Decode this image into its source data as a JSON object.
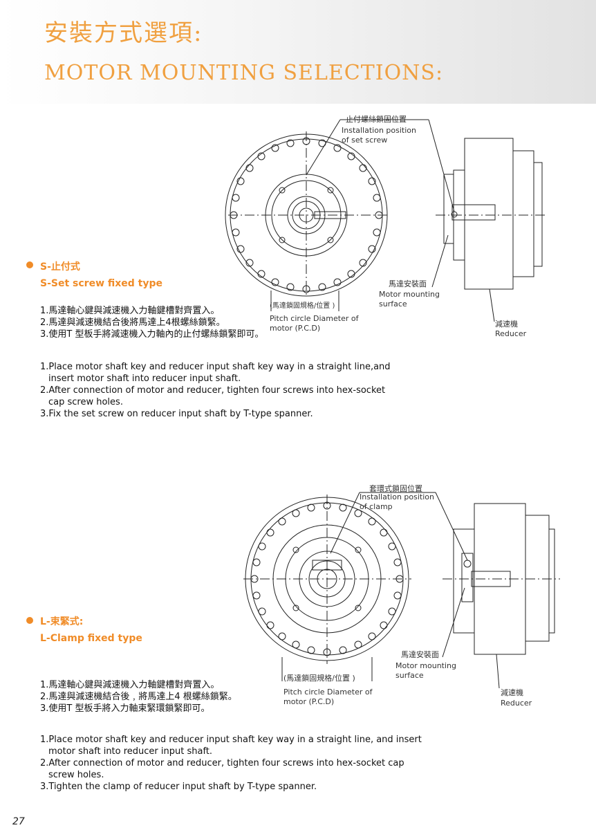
{
  "header": {
    "title_zh": "安裝方式選項:",
    "title_en": "MOTOR MOUNTING SELECTIONS:"
  },
  "section1": {
    "type_zh": "S-止付式",
    "type_en": "S-Set screw fixed type",
    "callout_set_screw_zh": "止付螺絲鎖固位置",
    "callout_set_screw_en1": "Installation position",
    "callout_set_screw_en2": "of set screw",
    "callout_pcd_zh": "(馬達鎖固規格/位置 )",
    "callout_pcd_en1": "Pitch circle Diameter of",
    "callout_pcd_en2": "motor (P.C.D)",
    "callout_surface_zh": "馬達安裝面",
    "callout_surface_en1": "Motor mounting",
    "callout_surface_en2": "surface",
    "callout_reducer_zh": "減速機",
    "callout_reducer_en": "Reducer",
    "steps_zh": [
      "1.馬達軸心鍵與減速機入力軸鍵槽對齊置入。",
      "2.馬達與減速機結合後將馬達上4根螺絲鎖緊。",
      "3.使用T 型板手將減速機入力軸內的止付螺絲鎖緊即可。"
    ],
    "steps_en": [
      "1.Place motor shaft key and reducer input shaft key way in a straight line,and",
      "insert motor shaft into reducer input shaft.",
      "2.After connection of motor and reducer, tighten four screws into hex-socket",
      "cap screw holes.",
      "3.Fix the set screw on reducer input shaft by T-type spanner."
    ]
  },
  "section2": {
    "type_zh": "L-束緊式:",
    "type_en": "L-Clamp fixed type",
    "callout_clamp_zh": "套環式鎖固位置",
    "callout_clamp_en1": "Installation position",
    "callout_clamp_en2": "of clamp",
    "callout_pcd_zh": "(馬達鎖固規格/位置 )",
    "callout_pcd_en1": "Pitch circle Diameter of",
    "callout_pcd_en2": "motor (P.C.D)",
    "callout_surface_zh": "馬達安裝面",
    "callout_surface_en1": "Motor mounting",
    "callout_surface_en2": "surface",
    "callout_reducer_zh": "減速機",
    "callout_reducer_en": "Reducer",
    "steps_zh": [
      "1.馬達軸心鍵與減速機入力軸鍵槽對齊置入。",
      "2.馬達與減速機結合後﹐將馬達上4 根螺絲鎖緊。",
      "3.使用T 型板手將入力軸束緊環鎖緊即可。"
    ],
    "steps_en": [
      "1.Place motor shaft key and reducer input shaft key way in a straight line, and insert",
      "motor shaft into  reducer input shaft.",
      "2.After connection of motor and reducer, tighten four screws into hex-socket cap",
      "screw holes.",
      "3.Tighten the clamp of  reducer input shaft by T-type spanner."
    ]
  },
  "page_number": "27",
  "colors": {
    "accent": "#f08c28",
    "title": "#f0a040"
  }
}
